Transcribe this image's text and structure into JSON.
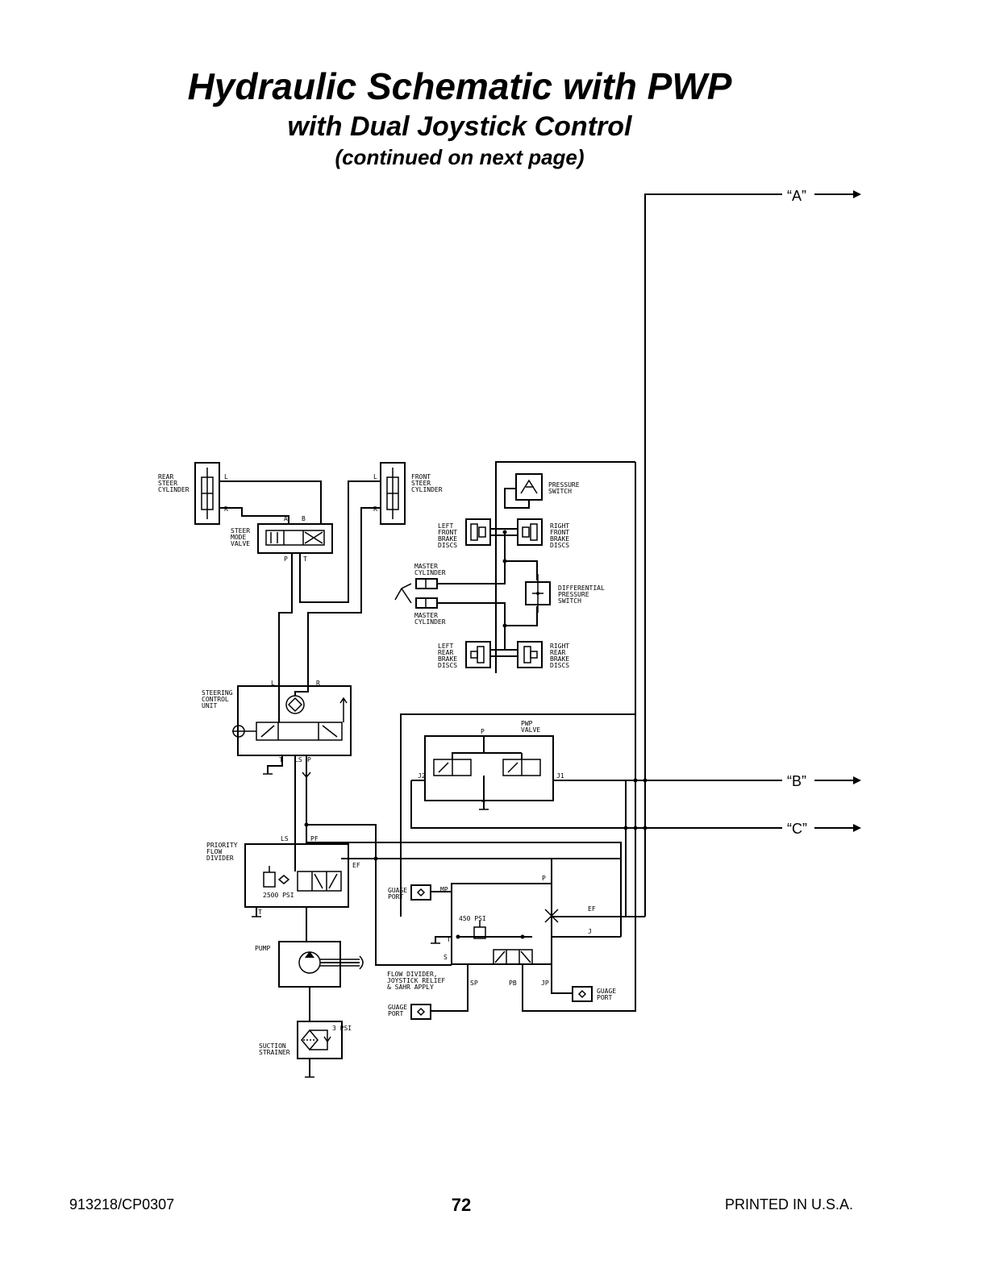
{
  "header": {
    "title": "Hydraulic Schematic with PWP",
    "subtitle": "with Dual Joystick Control",
    "note": "(continued on next page)"
  },
  "footer": {
    "doc_number": "913218/CP0307",
    "page_number": "72",
    "printed": "PRINTED IN U.S.A."
  },
  "connectors": {
    "a": "“A”",
    "b": "“B”",
    "c": "“C”"
  },
  "labels": {
    "rear_steer": [
      "REAR",
      "STEER",
      "CYLINDER"
    ],
    "front_steer": [
      "FRONT",
      "STEER",
      "CYLINDER"
    ],
    "steer_mode": [
      "STEER",
      "MODE",
      "VALVE"
    ],
    "pressure_switch": [
      "PRESSURE",
      "SWITCH"
    ],
    "left_front_brake": [
      "LEFT",
      "FRONT",
      "BRAKE",
      "DISCS"
    ],
    "right_front_brake": [
      "RIGHT",
      "FRONT",
      "BRAKE",
      "DISCS"
    ],
    "master_cyl_1": [
      "MASTER",
      "CYLINDER"
    ],
    "master_cyl_2": [
      "MASTER",
      "CYLINDER"
    ],
    "diff_pressure": [
      "DIFFERENTIAL",
      "PRESSURE",
      "SWITCH"
    ],
    "left_rear_brake": [
      "LEFT",
      "REAR",
      "BRAKE",
      "DISCS"
    ],
    "right_rear_brake": [
      "RIGHT",
      "REAR",
      "BRAKE",
      "DISCS"
    ],
    "steering_control": [
      "STEERING",
      "CONTROL",
      "UNIT"
    ],
    "pwp_valve": [
      "PWP",
      "VALVE"
    ],
    "priority_flow": [
      "PRIORITY",
      "FLOW",
      "DIVIDER"
    ],
    "psi_2500": "2500 PSI",
    "pump": "PUMP",
    "suction_strainer": [
      "SUCTION",
      "STRAINER"
    ],
    "guage_port_mp": [
      "GUAGE",
      "PORT"
    ],
    "guage_port_sp": [
      "GUAGE",
      "PORT"
    ],
    "guage_port_jp": [
      "GUAGE",
      "PORT"
    ],
    "psi_450": "450 PSI",
    "flow_divider": [
      "FLOW DIVIDER,",
      "JOYSTICK RELIEF",
      "& SAHR APPLY"
    ],
    "psi_small": "3 PSI"
  },
  "ports": {
    "L": "L",
    "R": "R",
    "A": "A",
    "B": "B",
    "P": "P",
    "T": "T",
    "LS": "LS",
    "PF": "PF",
    "EF": "EF",
    "MP": "MP",
    "S": "S",
    "SP": "SP",
    "PB": "PB",
    "JP": "JP",
    "J": "J",
    "J1": "J1",
    "J2": "J2"
  }
}
